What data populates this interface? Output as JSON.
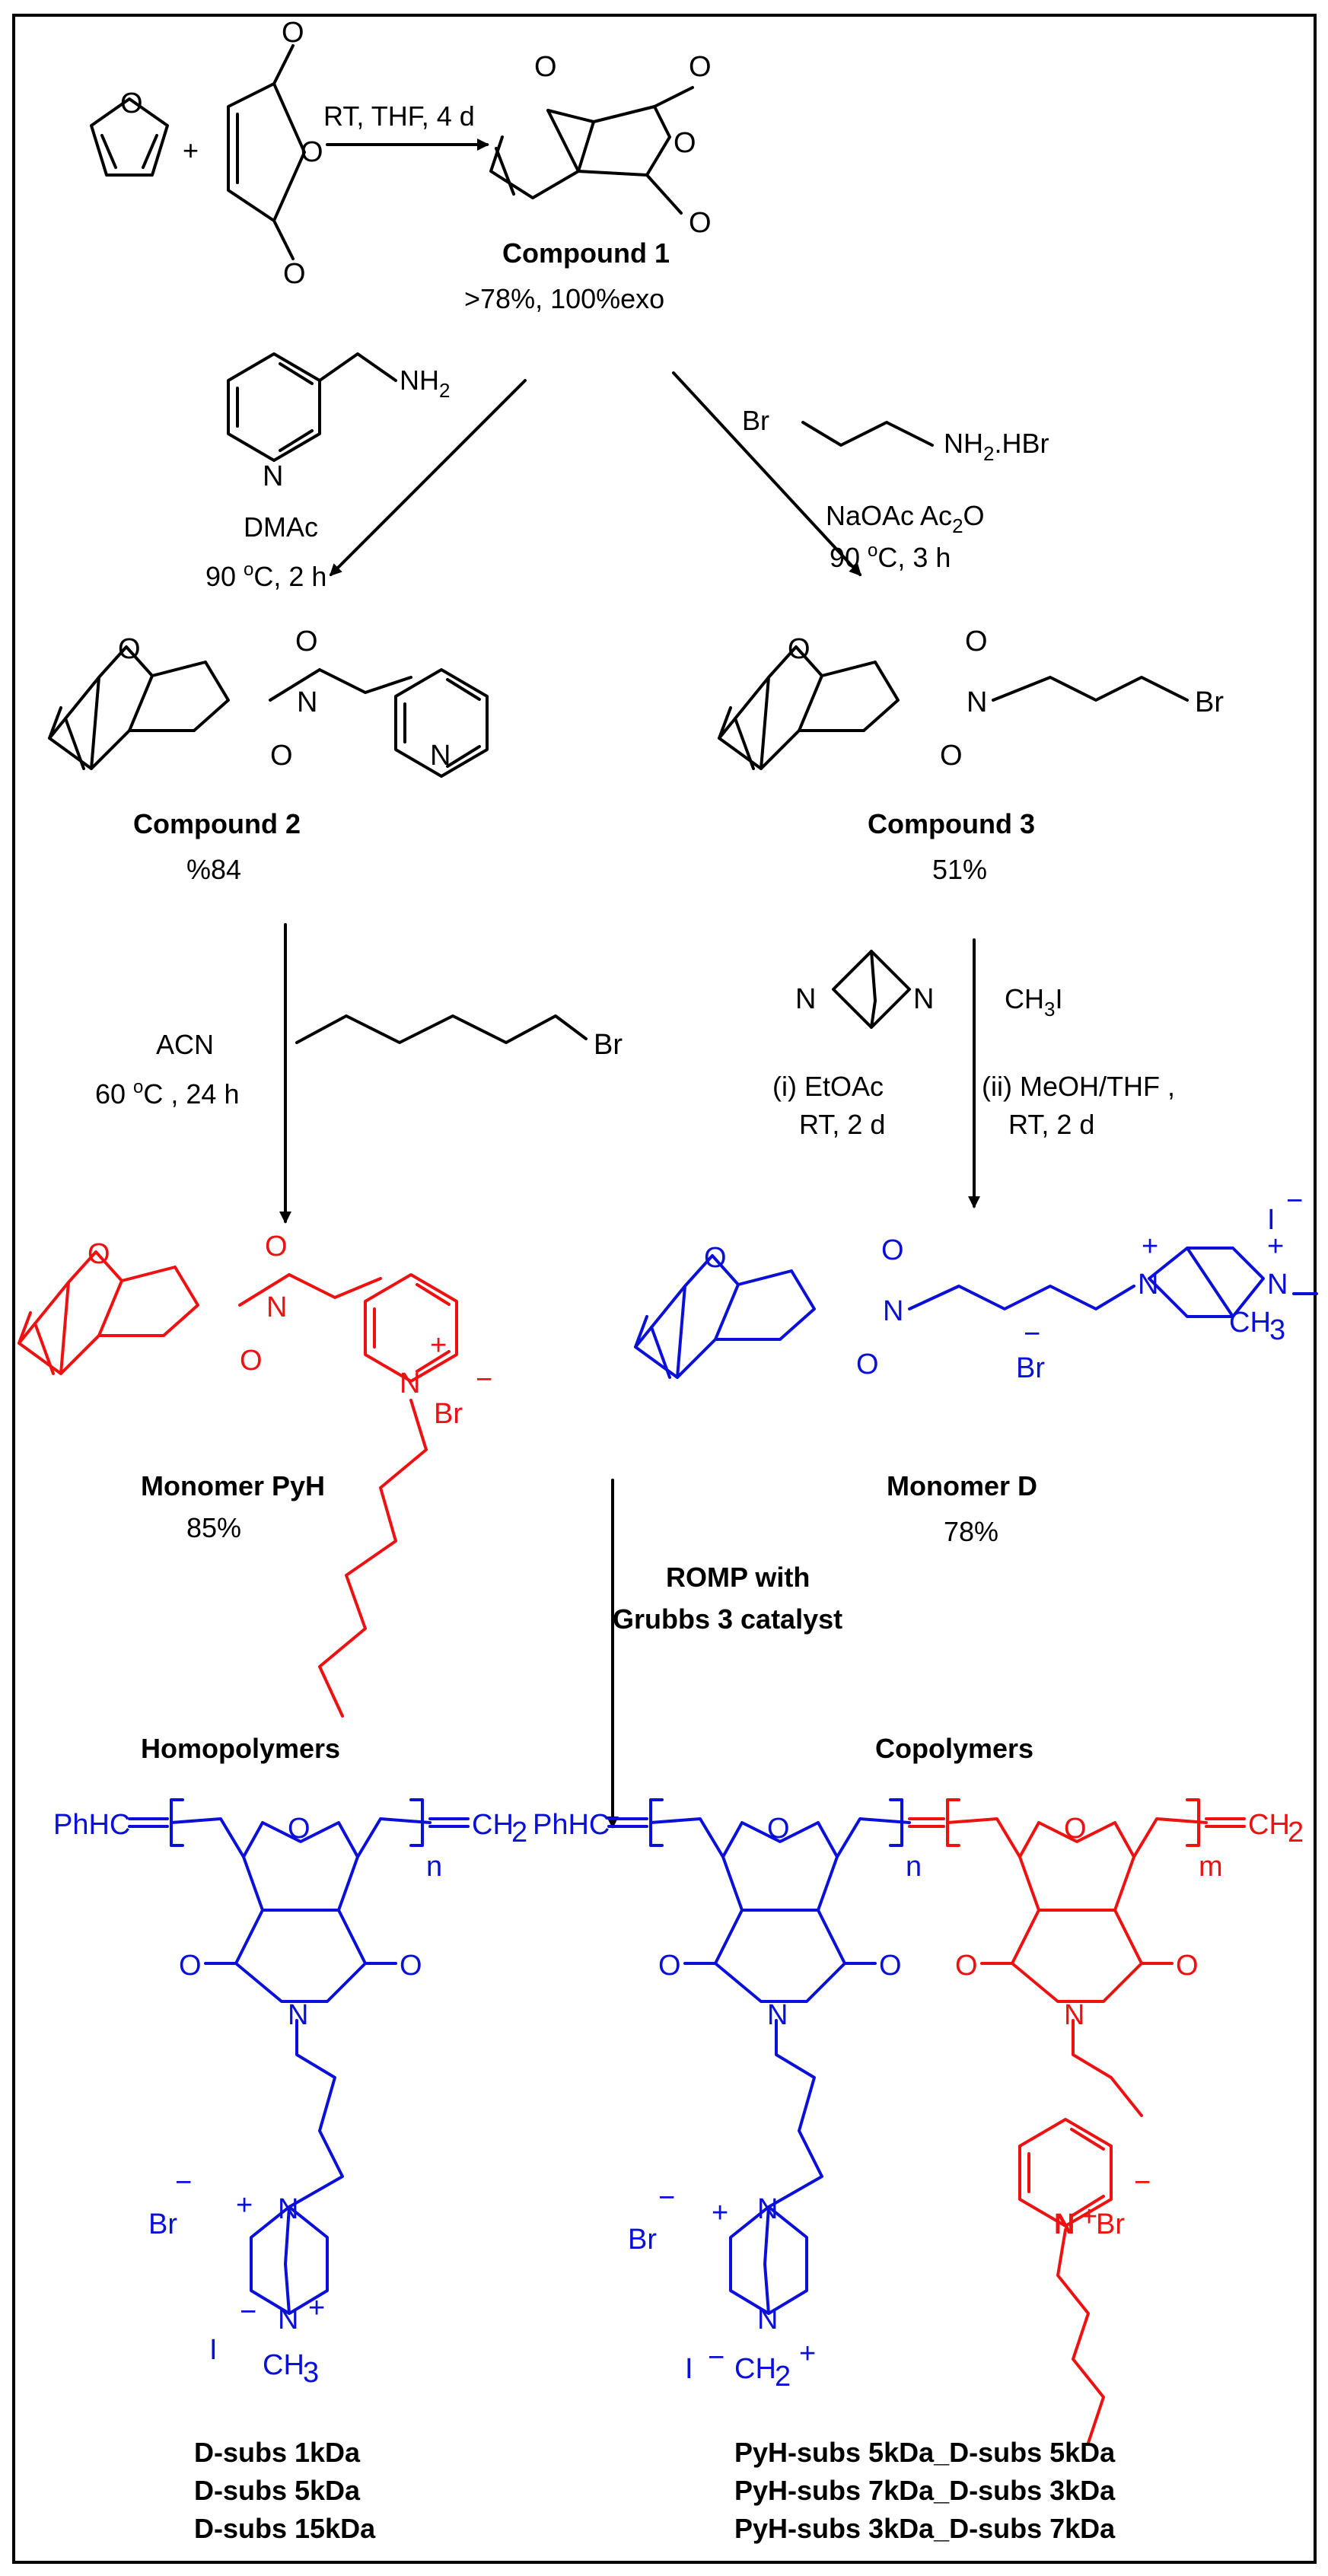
{
  "reaction_1": {
    "conditions": "RT, THF, 4 d",
    "plus": "+",
    "product_name": "Compound 1",
    "product_yield": ">78%, 100%exo"
  },
  "reaction_2": {
    "reagent": "NH",
    "reagent_sub": "2",
    "solvent": "DMAc",
    "conditions_pre": "90 ",
    "conditions_sup": "o",
    "conditions_post": "C, 2 h",
    "product_name": "Compound 2",
    "product_yield": "%84"
  },
  "reaction_3": {
    "reagent_pre": "Br",
    "reagent_nh": "NH",
    "reagent_sub": "2",
    "reagent_salt": ".HBr",
    "catalyst_pre": "NaOAc Ac",
    "catalyst_sub": "2",
    "catalyst_post": "O",
    "conditions_pre": "90 ",
    "conditions_sup": "o",
    "conditions_post": "C, 3 h",
    "product_name": "Compound 3",
    "product_yield": "51%"
  },
  "reaction_4": {
    "solvent": "ACN",
    "conditions_pre": "60 ",
    "conditions_sup": "o",
    "conditions_post": "C , 24 h",
    "reagent_atom": "Br",
    "product_name": "Monomer PyH",
    "product_yield": "85%",
    "counterion": "Br"
  },
  "reaction_5": {
    "methyl_iodide_pre": "CH",
    "methyl_iodide_sub": "3",
    "methyl_iodide_post": "I",
    "step_i": "(i) EtOAc",
    "step_i_cond": "RT, 2 d",
    "step_ii": "(ii)  MeOH/THF ,",
    "step_ii_cond": "RT, 2 d",
    "product_name": "Monomer D",
    "product_yield": "78%",
    "counterion_i": "I",
    "counterion_br": "Br",
    "methyl": "CH",
    "methyl_sub": "3"
  },
  "polymerization": {
    "line1": "ROMP with",
    "line2": "Grubbs 3 catalyst"
  },
  "homopolymers": {
    "title": "Homopolymers",
    "end_left": "PhHC",
    "end_right": "CH",
    "end_right_sub": "2",
    "repeat": "n",
    "counterion_br": "Br",
    "counterion_i": "I",
    "methyl": "CH",
    "methyl_sub": "3",
    "samples": [
      "D-subs 1kDa",
      "D-subs 5kDa",
      "D-subs 15kDa"
    ]
  },
  "copolymers": {
    "title": "Copolymers",
    "end_left": "PhHC",
    "end_right": "CH",
    "end_right_sub": "2",
    "repeat_n": "n",
    "repeat_m": "m",
    "counterion_br": "Br",
    "counterion_i": "I",
    "methyl": "CH",
    "methyl_sub": "2",
    "samples": [
      "PyH-subs 5kDa_D-subs 5kDa",
      "PyH-subs 7kDa_D-subs 3kDa",
      "PyH-subs 3kDa_D-subs 7kDa"
    ]
  },
  "atoms": {
    "O": "O",
    "N": "N",
    "plus": "+",
    "minus": "−"
  },
  "colors": {
    "black": "#000000",
    "blue": "#0a10d8",
    "red": "#ee1111"
  }
}
